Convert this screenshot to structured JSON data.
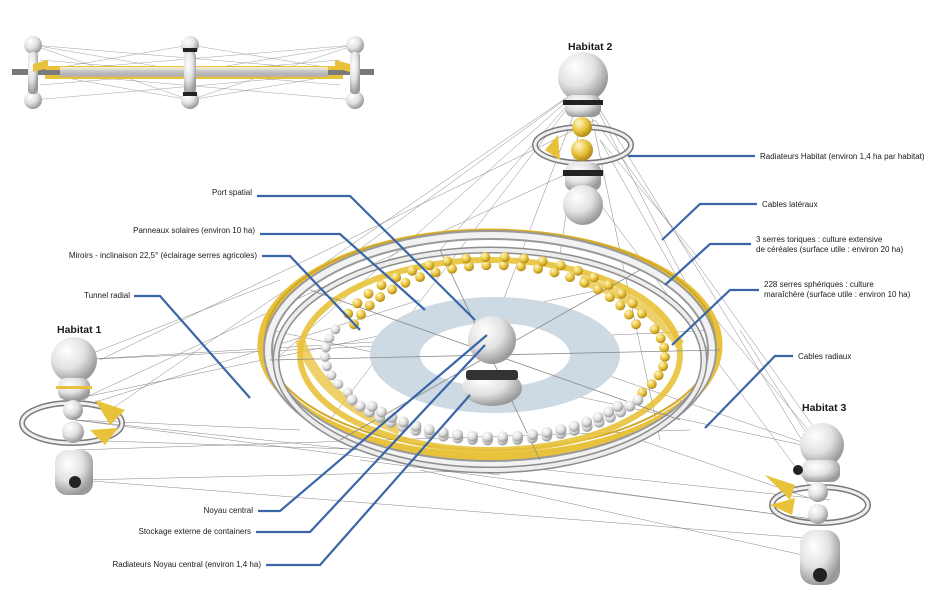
{
  "habitats": {
    "h1": "Habitat 1",
    "h2": "Habitat 2",
    "h3": "Habitat 3"
  },
  "labels": {
    "port_spatial": "Port spatial",
    "panneaux": "Panneaux  solaires (environ 10 ha)",
    "miroirs": "Miroirs - inclinaison 22,5° (éclairage serres agricoles)",
    "tunnel": "Tunnel radial",
    "noyau": "Noyau central",
    "stockage": "Stockage externe de containers",
    "radiateurs_noyau": "Radiateurs Noyau central (environ 1,4 ha)",
    "radiateurs_habitat": "Radiateurs Habitat (environ 1,4 ha par habitat)",
    "cables_lateraux": "Cables latéraux",
    "serres_toriques_1": "3 serres toriques : culture extensive",
    "serres_toriques_2": "de céréales (surface utile : environ 20 ha)",
    "serres_spheriques_1": "228 serres sphériques : culture",
    "serres_spheriques_2": "maraîchère (surface utile : environ 10 ha)",
    "cables_radiaux": "Cables radiaux"
  },
  "colors": {
    "leader": "#3a66a8",
    "gold": "#e8c23a",
    "silver": "#d9d9d9",
    "core_disc": "#cdd9e3"
  }
}
